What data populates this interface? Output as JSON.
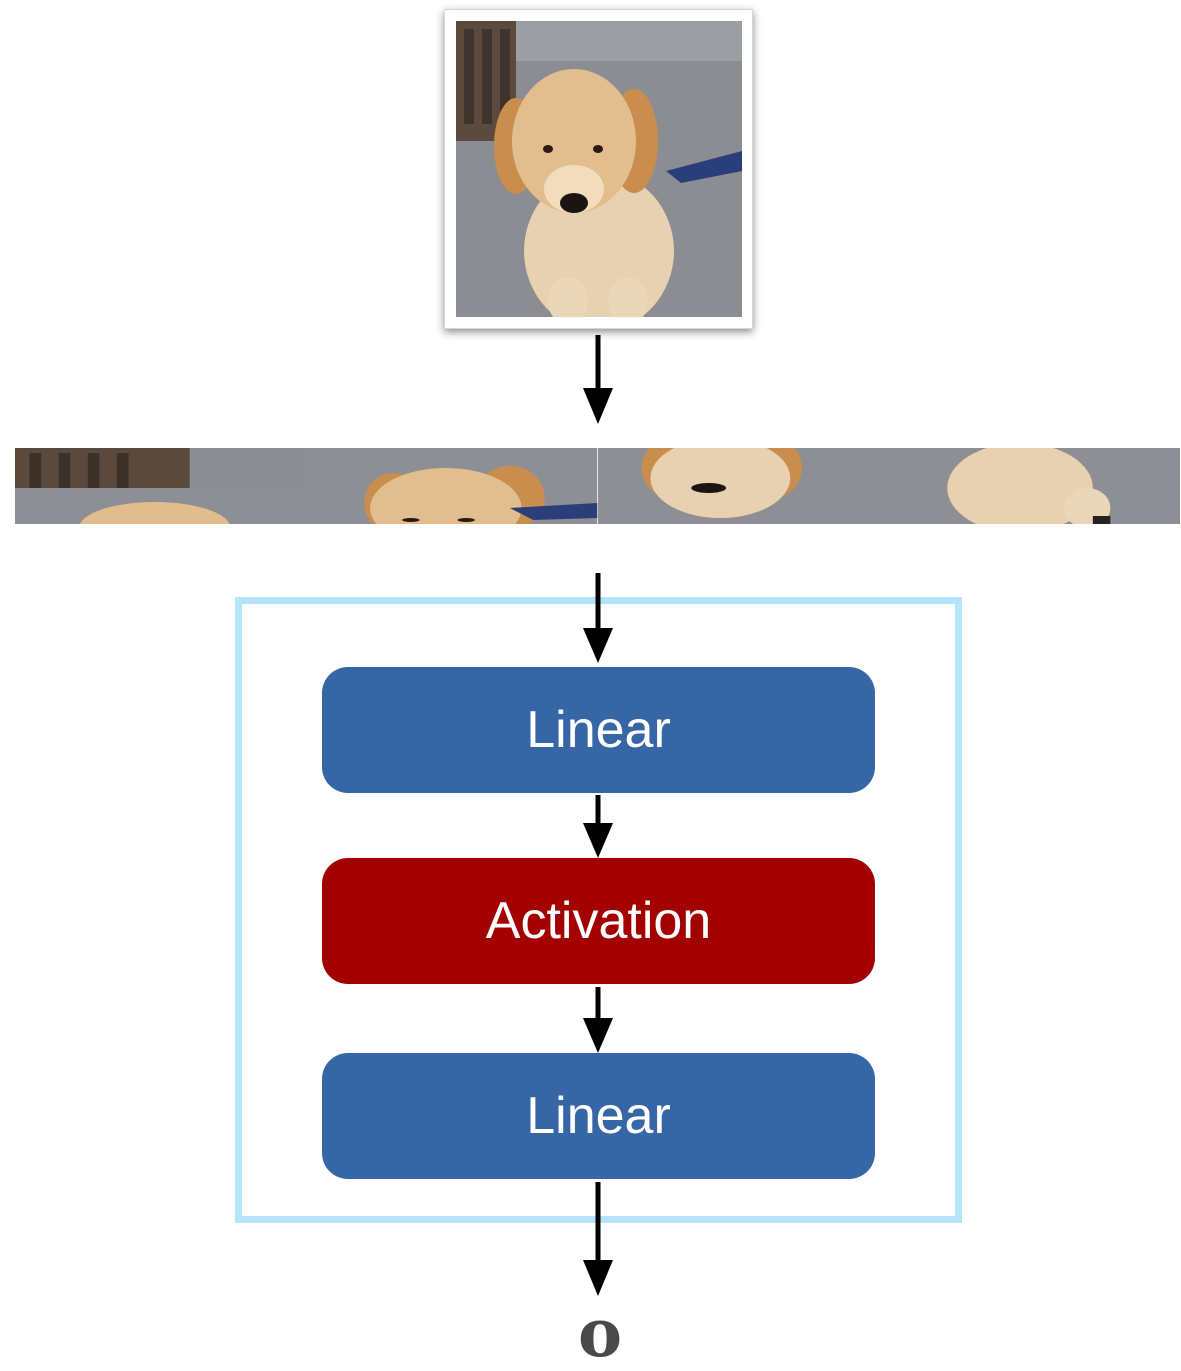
{
  "input_image": {
    "subject_icon": "puppy-photo-icon"
  },
  "patches": [
    {
      "icon": "patch-icon"
    },
    {
      "icon": "patch-icon"
    },
    {
      "icon": "patch-icon"
    },
    {
      "icon": "patch-icon"
    }
  ],
  "mlp": {
    "layers": [
      {
        "label": "Linear",
        "kind": "linear"
      },
      {
        "label": "Activation",
        "kind": "activation"
      },
      {
        "label": "Linear",
        "kind": "linear"
      }
    ],
    "colors": {
      "linear": "#3666a6",
      "activation": "#a30000",
      "frame": "#b5e3fb"
    }
  },
  "output": {
    "label": "o"
  }
}
